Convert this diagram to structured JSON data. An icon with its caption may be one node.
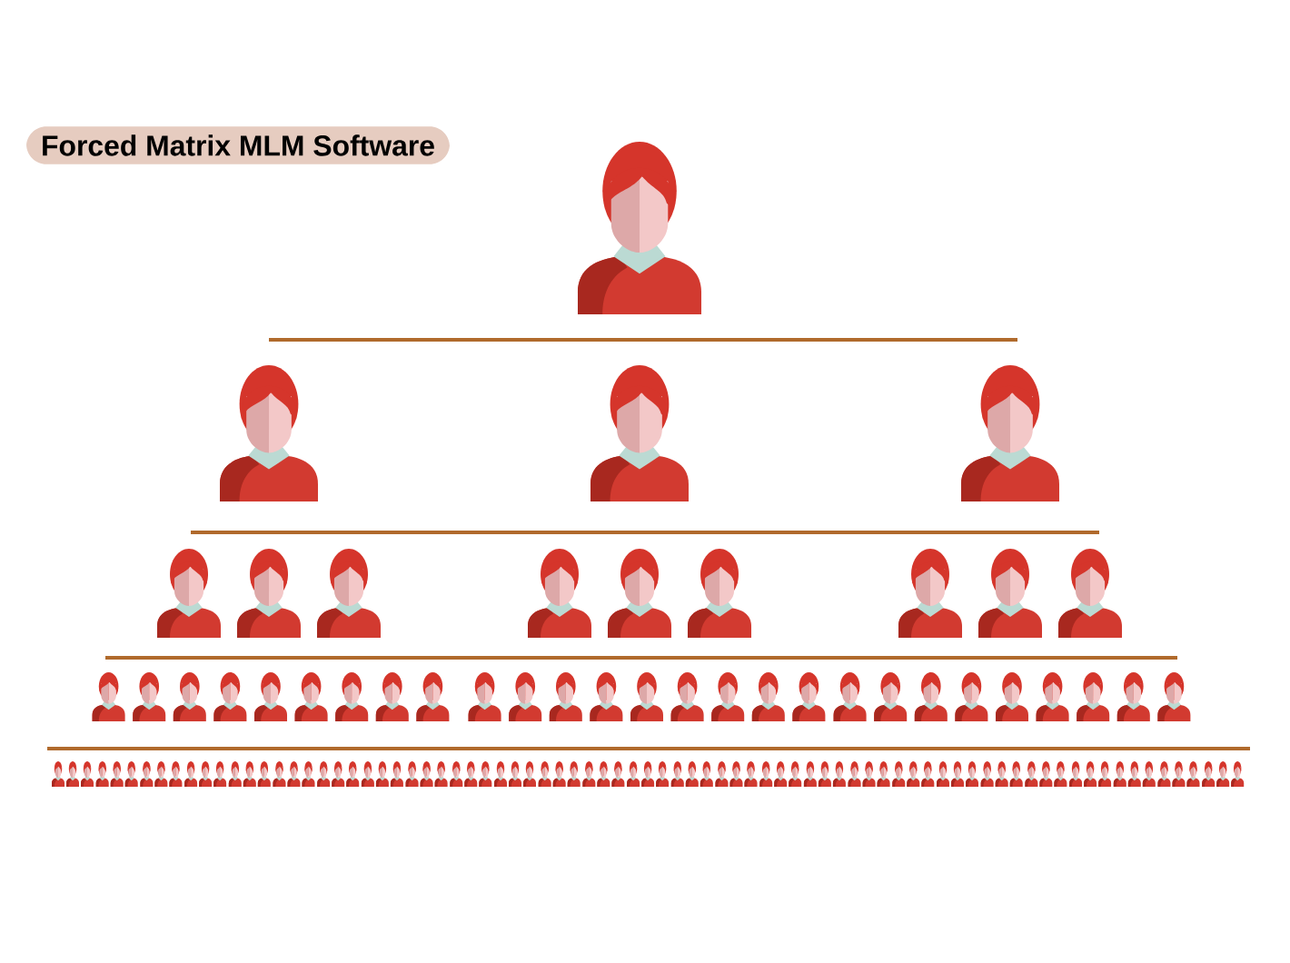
{
  "diagram": {
    "title": "Forced Matrix MLM Software",
    "nodes": [
      {
        "text": [],
        "shape": "person"
      },
      {
        "text": [],
        "shape": "person"
      },
      {
        "text": [],
        "shape": "person"
      },
      {
        "text": [],
        "shape": "person"
      },
      {
        "text": [],
        "shape": "person"
      },
      {
        "text": [],
        "shape": "person"
      },
      {
        "text": [],
        "shape": "person"
      },
      {
        "text": [],
        "shape": "person"
      },
      {
        "text": [],
        "shape": "person"
      },
      {
        "text": [],
        "shape": "person"
      },
      {
        "text": [],
        "shape": "person"
      },
      {
        "text": [],
        "shape": "person"
      },
      {
        "text": [],
        "shape": "person"
      },
      {
        "text": [],
        "shape": "person"
      },
      {
        "text": [],
        "shape": "person"
      },
      {
        "text": [],
        "shape": "person"
      },
      {
        "text": [],
        "shape": "person"
      },
      {
        "text": [],
        "shape": "person"
      },
      {
        "text": [],
        "shape": "person"
      },
      {
        "text": [],
        "shape": "person"
      },
      {
        "text": [],
        "shape": "person"
      },
      {
        "text": [],
        "shape": "person"
      },
      {
        "text": [],
        "shape": "person"
      },
      {
        "text": [],
        "shape": "person"
      },
      {
        "text": [],
        "shape": "person"
      },
      {
        "text": [],
        "shape": "person"
      },
      {
        "text": [],
        "shape": "person"
      },
      {
        "text": [],
        "shape": "person"
      },
      {
        "text": [],
        "shape": "person"
      },
      {
        "text": [],
        "shape": "person"
      },
      {
        "text": [],
        "shape": "person"
      },
      {
        "text": [],
        "shape": "person"
      },
      {
        "text": [],
        "shape": "person"
      },
      {
        "text": [],
        "shape": "person"
      },
      {
        "text": [],
        "shape": "person"
      },
      {
        "text": [],
        "shape": "person"
      },
      {
        "text": [],
        "shape": "person"
      },
      {
        "text": [],
        "shape": "person"
      },
      {
        "text": [],
        "shape": "person"
      },
      {
        "text": [],
        "shape": "person"
      },
      {
        "text": [],
        "shape": "person"
      },
      {
        "text": [],
        "shape": "person"
      },
      {
        "text": [],
        "shape": "person"
      },
      {
        "text": [],
        "shape": "person"
      },
      {
        "text": [],
        "shape": "person"
      },
      {
        "text": [],
        "shape": "person"
      },
      {
        "text": [],
        "shape": "person"
      },
      {
        "text": [],
        "shape": "person"
      },
      {
        "text": [],
        "shape": "person"
      },
      {
        "text": [],
        "shape": "person"
      },
      {
        "text": [],
        "shape": "person"
      },
      {
        "text": [],
        "shape": "person"
      },
      {
        "text": [],
        "shape": "person"
      },
      {
        "text": [],
        "shape": "person"
      },
      {
        "text": [],
        "shape": "person"
      },
      {
        "text": [],
        "shape": "person"
      },
      {
        "text": [],
        "shape": "person"
      },
      {
        "text": [],
        "shape": "person"
      },
      {
        "text": [],
        "shape": "person"
      },
      {
        "text": [],
        "shape": "person"
      },
      {
        "text": [],
        "shape": "person"
      },
      {
        "text": [],
        "shape": "person"
      },
      {
        "text": [],
        "shape": "person"
      },
      {
        "text": [],
        "shape": "person"
      },
      {
        "text": [],
        "shape": "person"
      },
      {
        "text": [],
        "shape": "person"
      },
      {
        "text": [],
        "shape": "person"
      },
      {
        "text": [],
        "shape": "person"
      },
      {
        "text": [],
        "shape": "person"
      },
      {
        "text": [],
        "shape": "person"
      },
      {
        "text": [],
        "shape": "person"
      },
      {
        "text": [],
        "shape": "person"
      },
      {
        "text": [],
        "shape": "person"
      },
      {
        "text": [],
        "shape": "person"
      },
      {
        "text": [],
        "shape": "person"
      },
      {
        "text": [],
        "shape": "person"
      },
      {
        "text": [],
        "shape": "person"
      },
      {
        "text": [],
        "shape": "person"
      },
      {
        "text": [],
        "shape": "person"
      },
      {
        "text": [],
        "shape": "person"
      },
      {
        "text": [],
        "shape": "person"
      },
      {
        "text": [],
        "shape": "person"
      },
      {
        "text": [],
        "shape": "person"
      },
      {
        "text": [],
        "shape": "person"
      },
      {
        "text": [],
        "shape": "person"
      },
      {
        "text": [],
        "shape": "person"
      },
      {
        "text": [],
        "shape": "person"
      },
      {
        "text": [],
        "shape": "person"
      },
      {
        "text": [],
        "shape": "person"
      },
      {
        "text": [],
        "shape": "person"
      },
      {
        "text": [],
        "shape": "person"
      },
      {
        "text": [],
        "shape": "person"
      },
      {
        "text": [],
        "shape": "person"
      },
      {
        "text": [],
        "shape": "person"
      },
      {
        "text": [],
        "shape": "person"
      },
      {
        "text": [],
        "shape": "person"
      },
      {
        "text": [],
        "shape": "person"
      },
      {
        "text": [],
        "shape": "person"
      },
      {
        "text": [],
        "shape": "person"
      },
      {
        "text": [],
        "shape": "person"
      },
      {
        "text": [],
        "shape": "person"
      },
      {
        "text": [],
        "shape": "person"
      },
      {
        "text": [],
        "shape": "person"
      },
      {
        "text": [],
        "shape": "person"
      },
      {
        "text": [],
        "shape": "person"
      },
      {
        "text": [],
        "shape": "person"
      },
      {
        "text": [],
        "shape": "person"
      },
      {
        "text": [],
        "shape": "person"
      },
      {
        "text": [],
        "shape": "person"
      },
      {
        "text": [],
        "shape": "person"
      },
      {
        "text": [],
        "shape": "person"
      },
      {
        "text": [],
        "shape": "person"
      },
      {
        "text": [],
        "shape": "person"
      },
      {
        "text": [],
        "shape": "person"
      },
      {
        "text": [],
        "shape": "person"
      },
      {
        "text": [],
        "shape": "person"
      },
      {
        "text": [],
        "shape": "person"
      },
      {
        "text": [],
        "shape": "person"
      },
      {
        "text": [],
        "shape": "person"
      },
      {
        "text": [],
        "shape": "person"
      },
      {
        "text": [],
        "shape": "person"
      }
    ]
  }
}
